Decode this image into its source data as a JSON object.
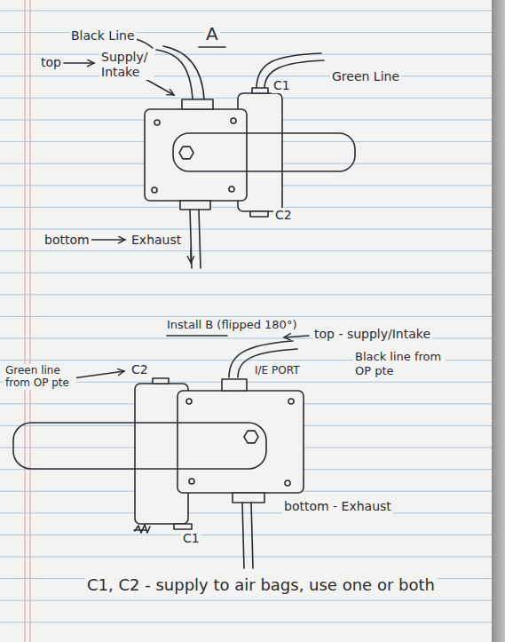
{
  "diagram": {
    "labels": [
      "A",
      "Black Line",
      "top",
      "Supply/ Intake",
      "C1",
      "Green Line",
      "C2",
      "bottom",
      "Exhaust",
      "Install B (flipped 180°)",
      "top - supply/Intake",
      "Black line from OP pte",
      "Green line from OP pte",
      "C2",
      "I/E PORT",
      "C1",
      "bottom - Exhaust",
      "C1, C2 - supply to air bags, use one or both"
    ]
  }
}
